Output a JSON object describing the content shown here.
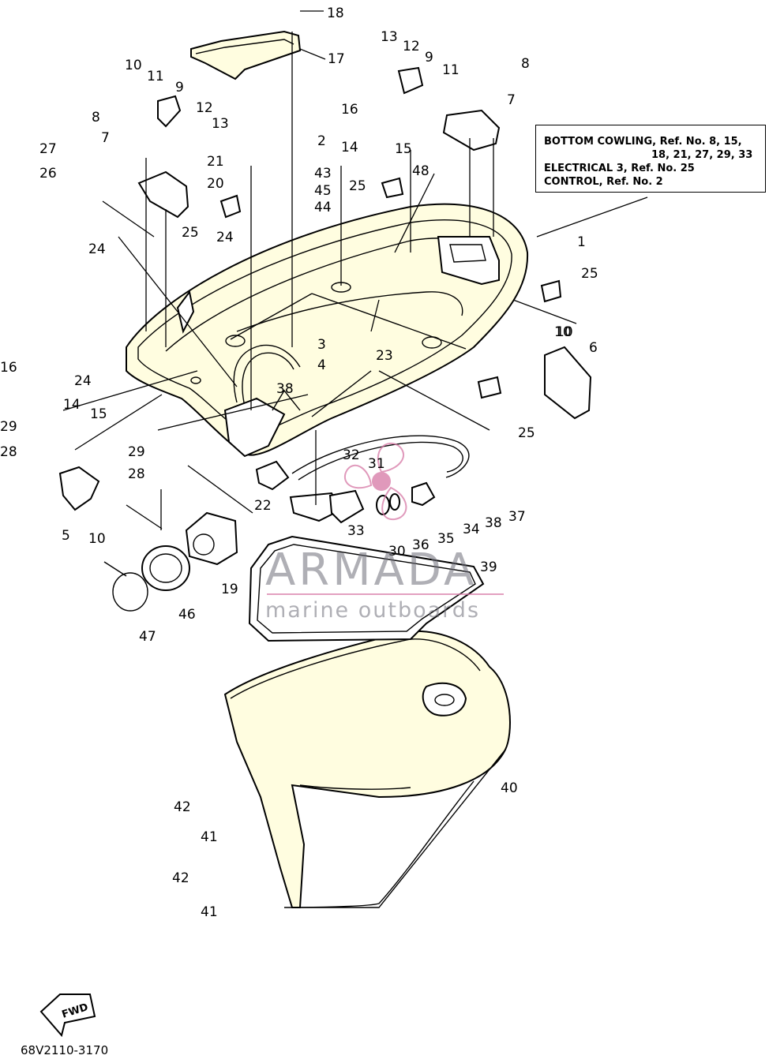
{
  "diagram_code": "68V2110-3170",
  "note": {
    "line1": "BOTTOM COWLING, Ref. No. 8, 15,",
    "line2": "18, 21, 27, 29, 33",
    "line3": "ELECTRICAL 3, Ref. No. 25",
    "line4": "CONTROL, Ref. No. 2"
  },
  "watermark": {
    "brand": "ARMADA",
    "tagline": "marine outboards"
  },
  "fwd_arrow_label": "FWD",
  "colors": {
    "part_fill": "#fffde0",
    "watermark_pink": "#d678a5",
    "watermark_gray": "#6e6e78"
  },
  "callouts": [
    "1",
    "2",
    "3",
    "4",
    "5",
    "6",
    "7",
    "7",
    "8",
    "8",
    "9",
    "9",
    "10",
    "10",
    "10",
    "10",
    "11",
    "11",
    "12",
    "12",
    "13",
    "13",
    "14",
    "14",
    "15",
    "15",
    "16",
    "16",
    "17",
    "18",
    "19",
    "20",
    "21",
    "22",
    "23",
    "24",
    "24",
    "24",
    "25",
    "25",
    "25",
    "25",
    "26",
    "27",
    "28",
    "28",
    "29",
    "29",
    "30",
    "31",
    "32",
    "33",
    "34",
    "35",
    "36",
    "37",
    "38",
    "38",
    "39",
    "40",
    "41",
    "41",
    "42",
    "42",
    "43",
    "44",
    "45",
    "46",
    "47",
    "48"
  ]
}
